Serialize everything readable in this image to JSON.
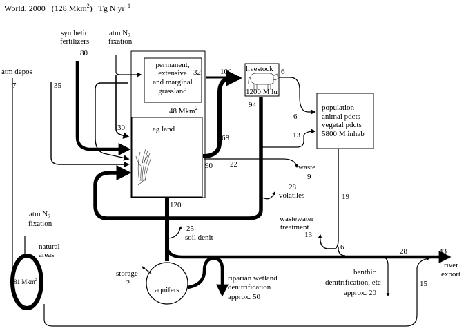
{
  "header": {
    "title_part1": "World, 2000",
    "title_part2": "(128 Mkm",
    "title_sup": "2",
    "title_part3": ")",
    "title_units": "Tg N yr",
    "title_units_sup": "−1"
  },
  "inputs": {
    "synthetic_label_line1": "synthetic",
    "synthetic_label_line2": "fertilizers",
    "synthetic_value": "80",
    "atmN2_label_line1": "atm N",
    "atmN2_label_sub": "2",
    "atmN2_label_line2": "fixation",
    "atm_depos_label": "atm depos",
    "atm_depos_value": "7",
    "left_input_value": "35",
    "ag_fix_value": "30"
  },
  "boxes": {
    "grassland_line1": "permanent,",
    "grassland_line2": "extensive",
    "grassland_line3": "and marginal",
    "grassland_line4": "grassland",
    "area_label": "48 Mkm",
    "area_sup": "2",
    "ag_land_label": "ag land",
    "livestock_label": "livestock",
    "livestock_count": "1200 M lu",
    "population_line1": "population",
    "population_line2": "animal pdcts",
    "population_line3": "vegetal pdcts",
    "population_line4": "5800 M inhab",
    "aquifers_label": "aquifers",
    "natural_label_line1": "natural",
    "natural_label_line2": "areas",
    "natural_area": "81 Mkm",
    "natural_area_sup": "2"
  },
  "flows": {
    "grass_to_livestock": "32",
    "to_livestock": "100",
    "livestock_to_pop": "6",
    "livestock_down": "94",
    "pop_in_6": "6",
    "pop_in_13": "13",
    "ag_to_livestock": "68",
    "ag_out": "90",
    "ag_out_22": "22",
    "waste_label": "waste",
    "waste_value": "9",
    "volatiles_value": "28",
    "volatiles_label": "volatiles",
    "leach_value": "120",
    "soil_denit_value": "25",
    "soil_denit_label": "soil denit",
    "pop_to_wastewater": "19",
    "wastewater_label_line1": "wastewater",
    "wastewater_label_line2": "treatment",
    "wastewater_value": "13",
    "wastewater_out": "6",
    "river_28": "28",
    "river_43": "43",
    "river_export_line1": "river",
    "river_export_line2": "export",
    "natural_to_river": "15",
    "benthic_line1": "benthic",
    "benthic_line2": "denitrification, etc",
    "benthic_line3": "approx. 20",
    "riparian_line1": "riparian wetland",
    "riparian_line2": "denitrification",
    "riparian_line3": "approx. 50",
    "storage_line1": "storage",
    "storage_line2": "?"
  },
  "colors": {
    "ink": "#000000",
    "paper": "#ffffff"
  },
  "icons": [
    "wheat-plant-icon",
    "cow-icon"
  ]
}
